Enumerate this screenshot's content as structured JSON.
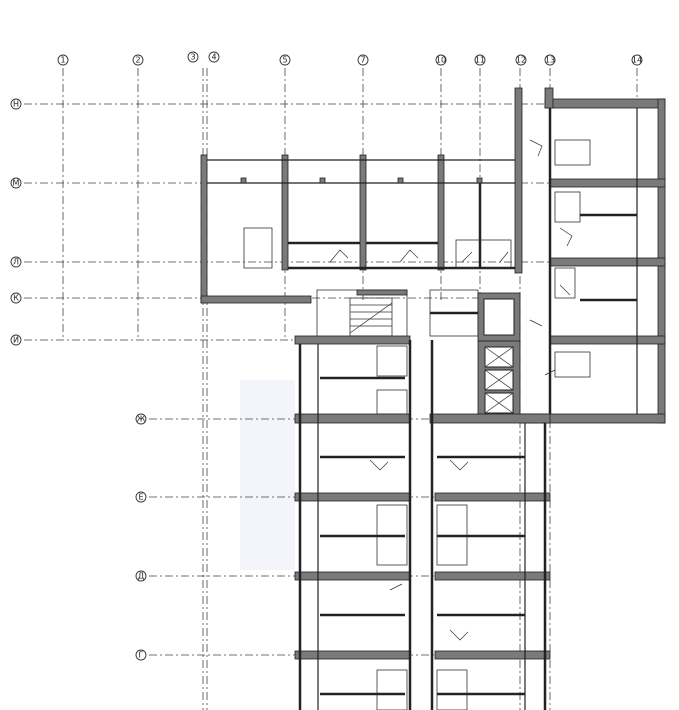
{
  "title": "Floor plan",
  "axes_vertical": [
    "1",
    "2",
    "3",
    "4",
    "5",
    "7",
    "10",
    "11",
    "12",
    "13",
    "14"
  ],
  "axes_horizontal": [
    "Н",
    "М",
    "Л",
    "К",
    "И",
    "Ж",
    "Е",
    "Д",
    "Г"
  ],
  "colors": {
    "wall": "#7a7a7a",
    "line": "#222222"
  }
}
